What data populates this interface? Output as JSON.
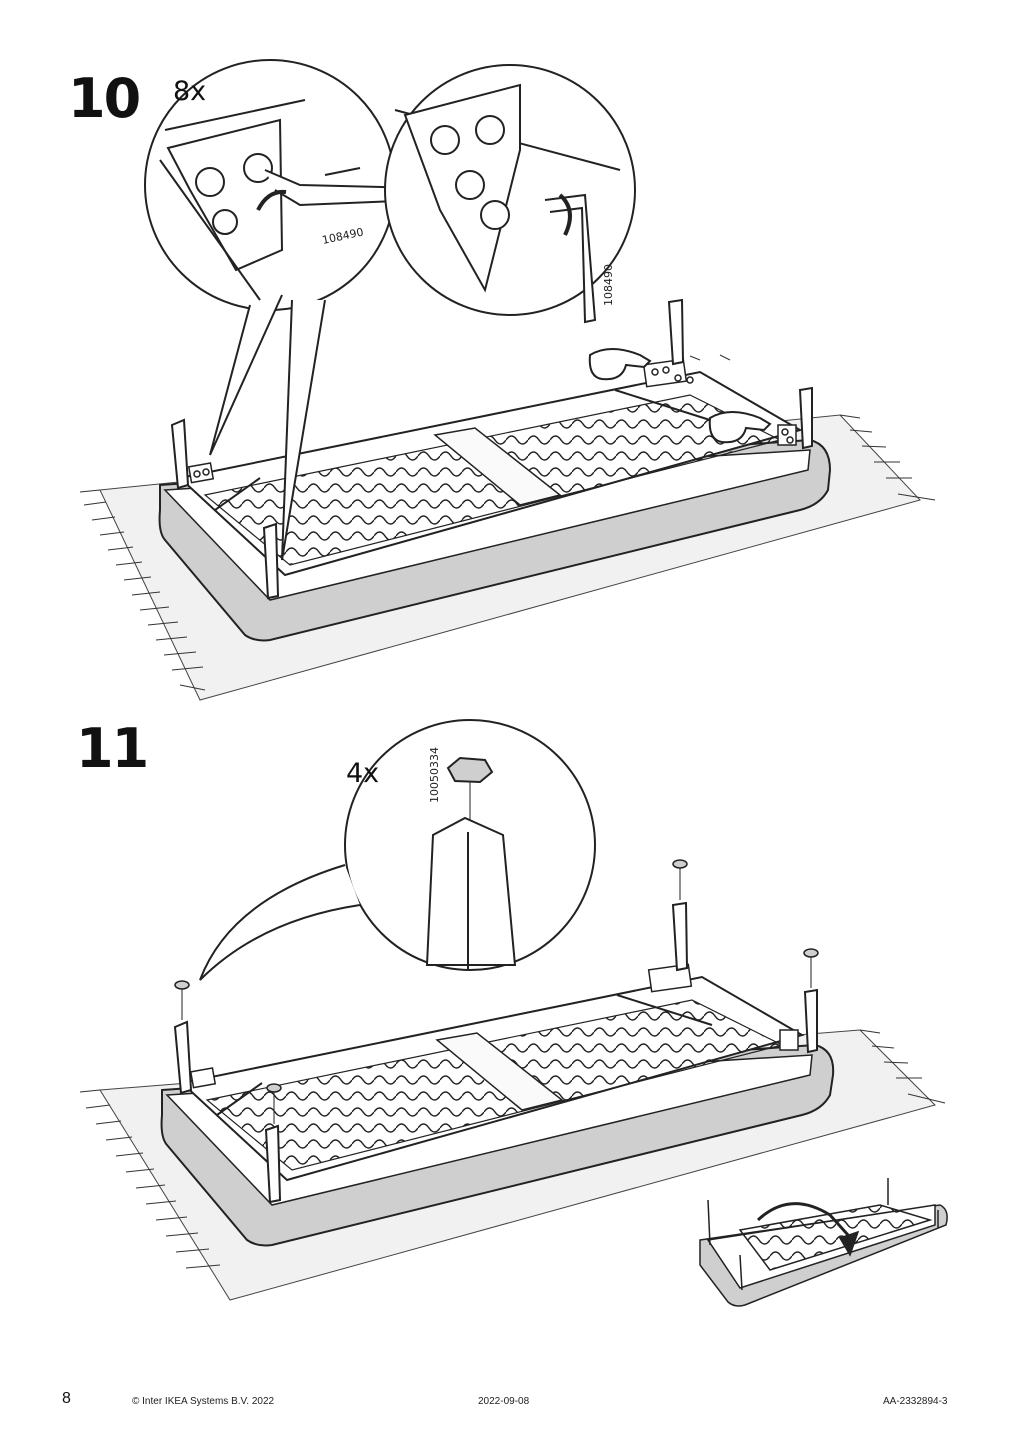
{
  "steps": [
    {
      "number": "10",
      "quantity": "8x",
      "parts": [
        "108490",
        "108490"
      ]
    },
    {
      "number": "11",
      "quantity": "4x",
      "parts": [
        "10050334"
      ]
    }
  ],
  "footer": {
    "page": "8",
    "copyright": "© Inter IKEA Systems B.V. 2022",
    "date": "2022-09-08",
    "doc_id": "AA-2332894-3"
  }
}
